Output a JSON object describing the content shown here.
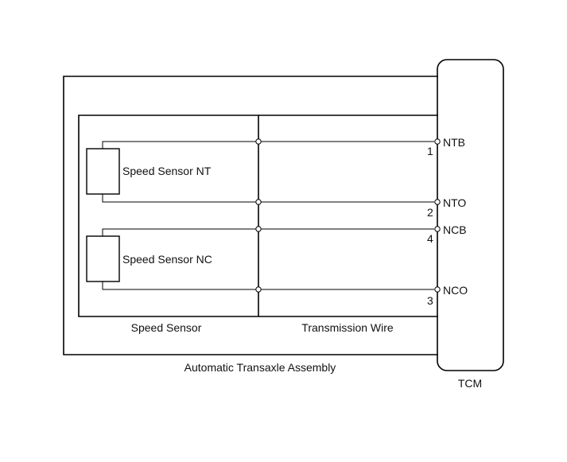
{
  "diagram": {
    "assembly_label": "Automatic Transaxle Assembly",
    "speed_sensor_label": "Speed Sensor",
    "transmission_wire_label": "Transmission Wire",
    "tcm_label": "TCM",
    "sensors": [
      {
        "label": "Speed Sensor NT"
      },
      {
        "label": "Speed Sensor NC"
      }
    ],
    "terminals": [
      {
        "name": "NTB",
        "pin": "1"
      },
      {
        "name": "NTO",
        "pin": "2"
      },
      {
        "name": "NCB",
        "pin": "4"
      },
      {
        "name": "NCO",
        "pin": "3"
      }
    ]
  }
}
